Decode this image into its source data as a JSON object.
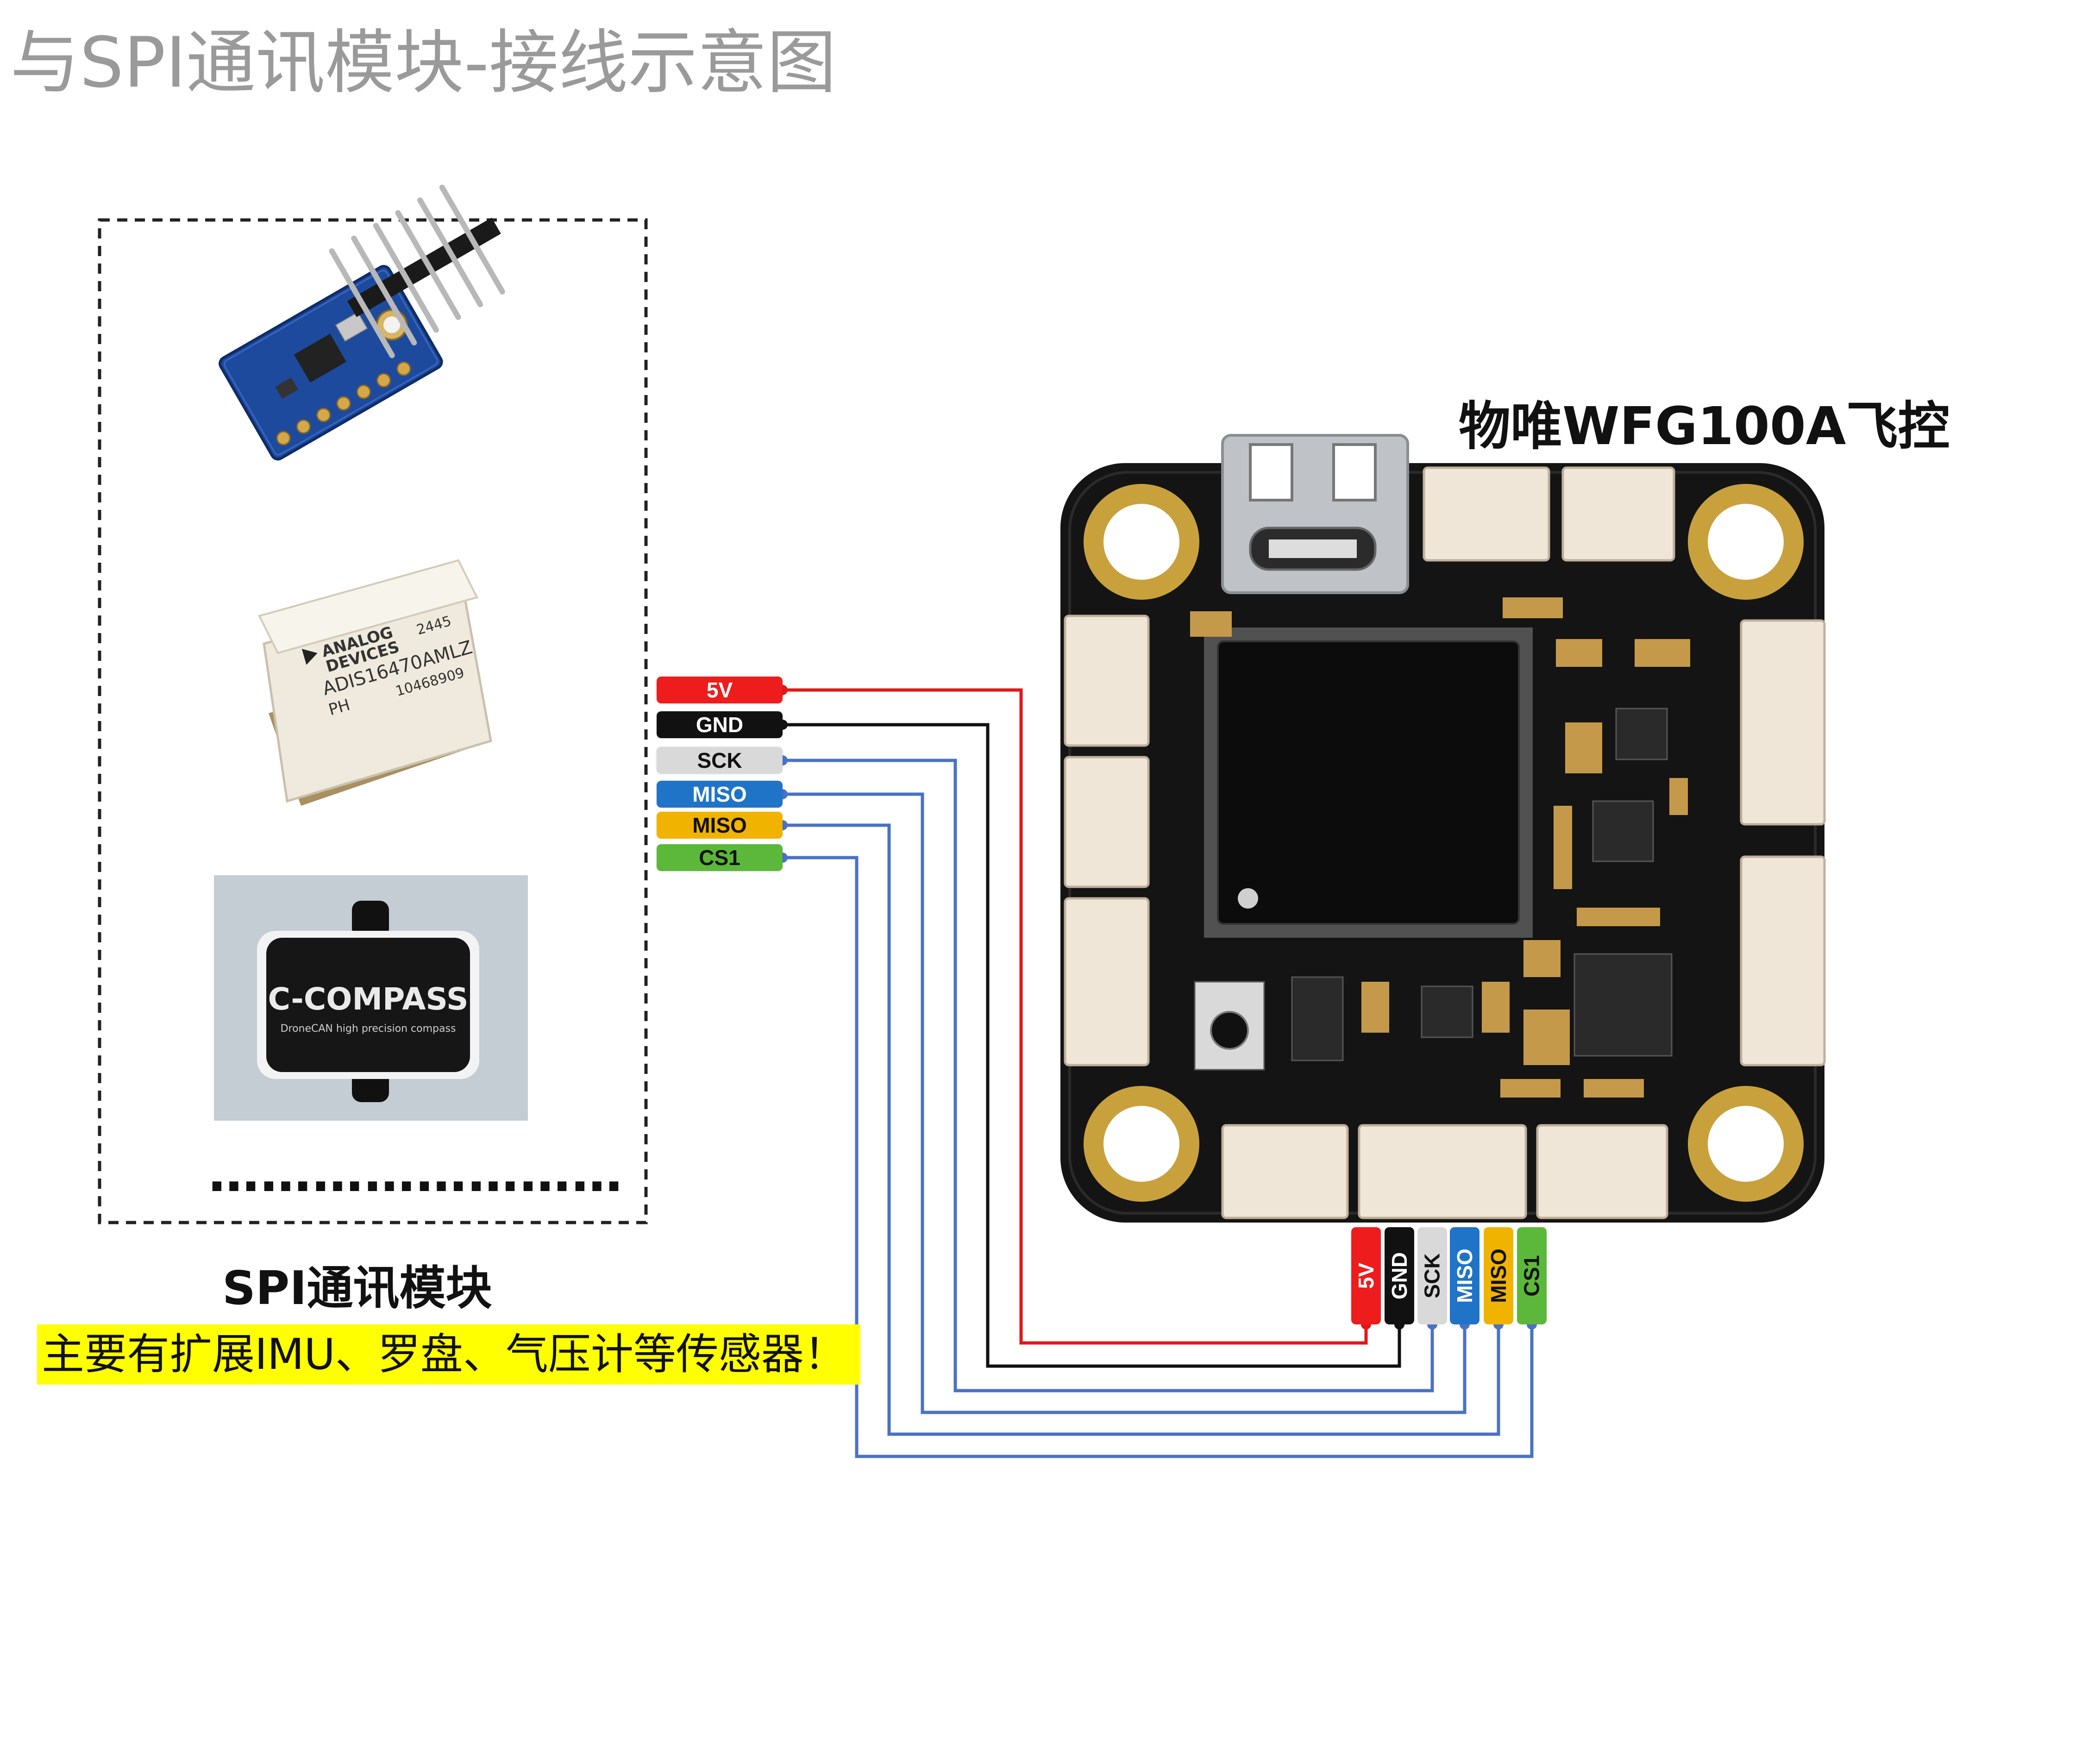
{
  "page_title": "与SPI通讯模块-接线示意图",
  "flight_controller": {
    "title": "物唯WFG100A飞控"
  },
  "spi_module": {
    "title": "SPI通讯模块",
    "description": "主要有扩展IMU、罗盘、气压计等传感器！",
    "ellipsis": "……………………",
    "products": [
      {
        "name": "gy-sensor-board"
      },
      {
        "name": "adis-imu",
        "lines": [
          "ANALOG",
          "DEVICES",
          "2445",
          "ADIS16470AMLZ",
          "PH",
          "10468909"
        ]
      },
      {
        "name": "c-compass",
        "lines": [
          "C-COMPASS",
          "DroneCAN high precision compass"
        ]
      }
    ]
  },
  "pins": [
    {
      "label": "5V",
      "bg": "#ee1c1c",
      "fg": "#ffffff",
      "wire": "#e01818"
    },
    {
      "label": "GND",
      "bg": "#111111",
      "fg": "#ffffff",
      "wire": "#111111"
    },
    {
      "label": "SCK",
      "bg": "#d9d9d9",
      "fg": "#111111",
      "wire": "#4a72c4"
    },
    {
      "label": "MISO",
      "bg": "#1f74c8",
      "fg": "#ffffff",
      "wire": "#4a72c4"
    },
    {
      "label": "MISO",
      "bg": "#f0b400",
      "fg": "#111111",
      "wire": "#4a72c4"
    },
    {
      "label": "CS1",
      "bg": "#5cb83a",
      "fg": "#111111",
      "wire": "#4a72c4"
    }
  ]
}
